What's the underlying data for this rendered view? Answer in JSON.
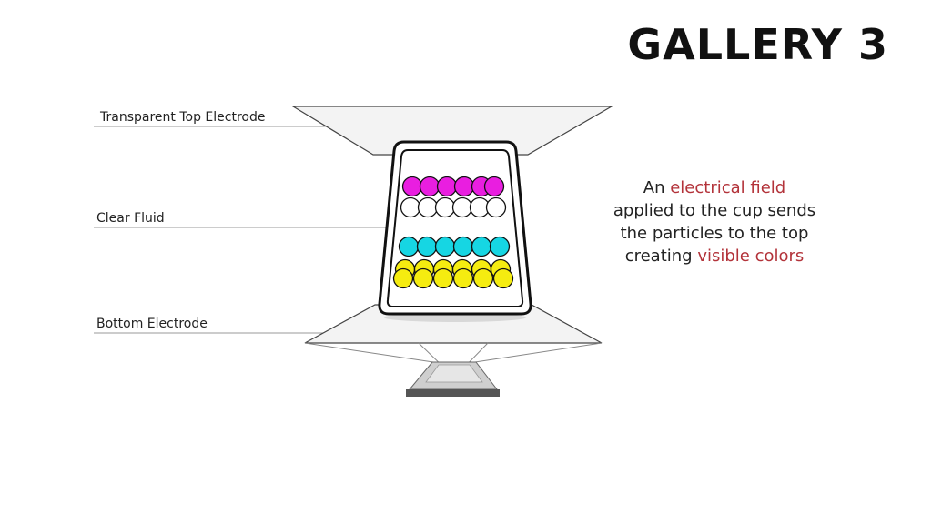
{
  "title": "GALLERY 3",
  "labels": {
    "top_electrode": "Transparent Top Electrode",
    "clear_fluid": "Clear Fluid",
    "bottom_electrode": "Bottom Electrode"
  },
  "caption": {
    "line1_pre": "An ",
    "line1_accent": "electrical field",
    "line2": "applied to the cup sends",
    "line3": "the particles to the top",
    "line4_pre": "creating ",
    "line4_accent": "visible colors"
  },
  "colors": {
    "accent": "#b3333a",
    "magenta": "#e91ee0",
    "white": "#ffffff",
    "cyan": "#16d6e3",
    "yellow": "#f5ec10",
    "outline": "#111111"
  },
  "particle_rows": [
    {
      "color": "magenta",
      "count": 6
    },
    {
      "color": "white",
      "count": 6
    },
    {
      "color": "cyan",
      "count": 6
    },
    {
      "color": "yellow",
      "count": 6
    },
    {
      "color": "yellow",
      "count": 6
    }
  ]
}
